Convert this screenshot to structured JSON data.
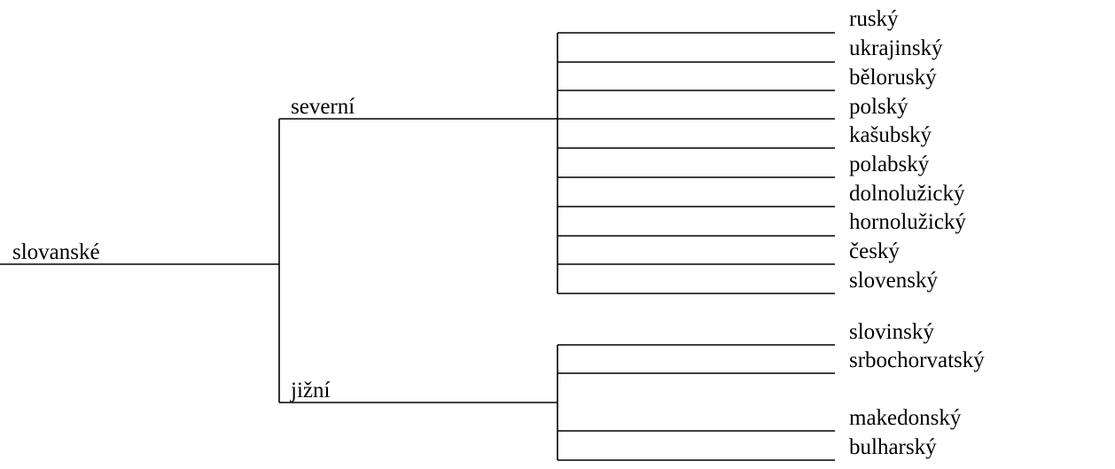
{
  "tree": {
    "root": "slovanské",
    "branches": [
      {
        "label": "severní",
        "leaves": [
          "ruský",
          "ukrajinský",
          "běloruský",
          "polský",
          "kašubský",
          "polabský",
          "dolnolužický",
          "hornolužický",
          "český",
          "slovenský"
        ]
      },
      {
        "label": "jižní",
        "leaves": [
          "slovinský",
          "srbochorvatský",
          "makedonský",
          "bulharský"
        ]
      }
    ]
  },
  "colors": {
    "line": "#000000",
    "text": "#000000",
    "background": "#ffffff"
  }
}
